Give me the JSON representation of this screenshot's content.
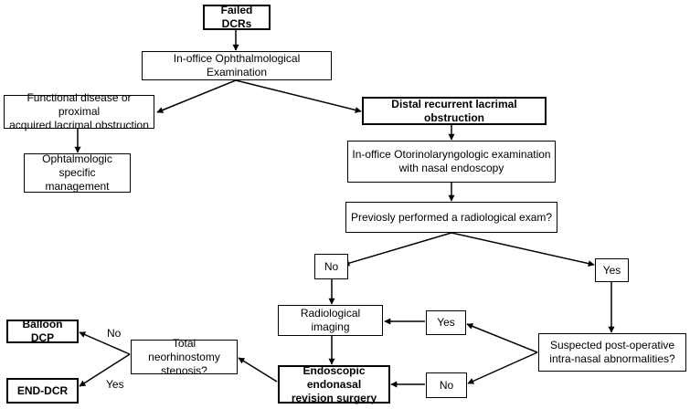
{
  "nodes": {
    "failed_dcrs": "Failed DCRs",
    "in_office_ophthalmological_exam": "In-office Ophthalmological Examination",
    "functional_disease": "Functional disease or proximal\nacquired lacrimal obstruction",
    "distal_recurrent_obstruction": "Distal recurrent lacrimal obstruction",
    "ophthalmologic_management": "Ophtalmologic\nspecific management",
    "otorhinolaryngologic_exam": "In-office Otorinolaryngologic examination\nwith nasal endoscopy",
    "previous_radiological_exam": "Previosly performed a radiological exam?",
    "no_radiological": "No",
    "yes_radiological": "Yes",
    "radiological_imaging": "Radiological imaging",
    "yes_abnormalities": "Yes",
    "suspected_abnormalities": "Suspected post-operative\nintra-nasal abnormalities?",
    "no_abnormalities": "No",
    "endoscopic_revision_surgery": "Endoscopic endonasal\nrevision surgery",
    "total_stenosis": "Total neorhinostomy\nstenosis?",
    "balloon_dcp": "Balloon DCP",
    "end_dcr": "END-DCR"
  },
  "edge_labels": {
    "stenosis_no": "No",
    "stenosis_yes": "Yes"
  }
}
